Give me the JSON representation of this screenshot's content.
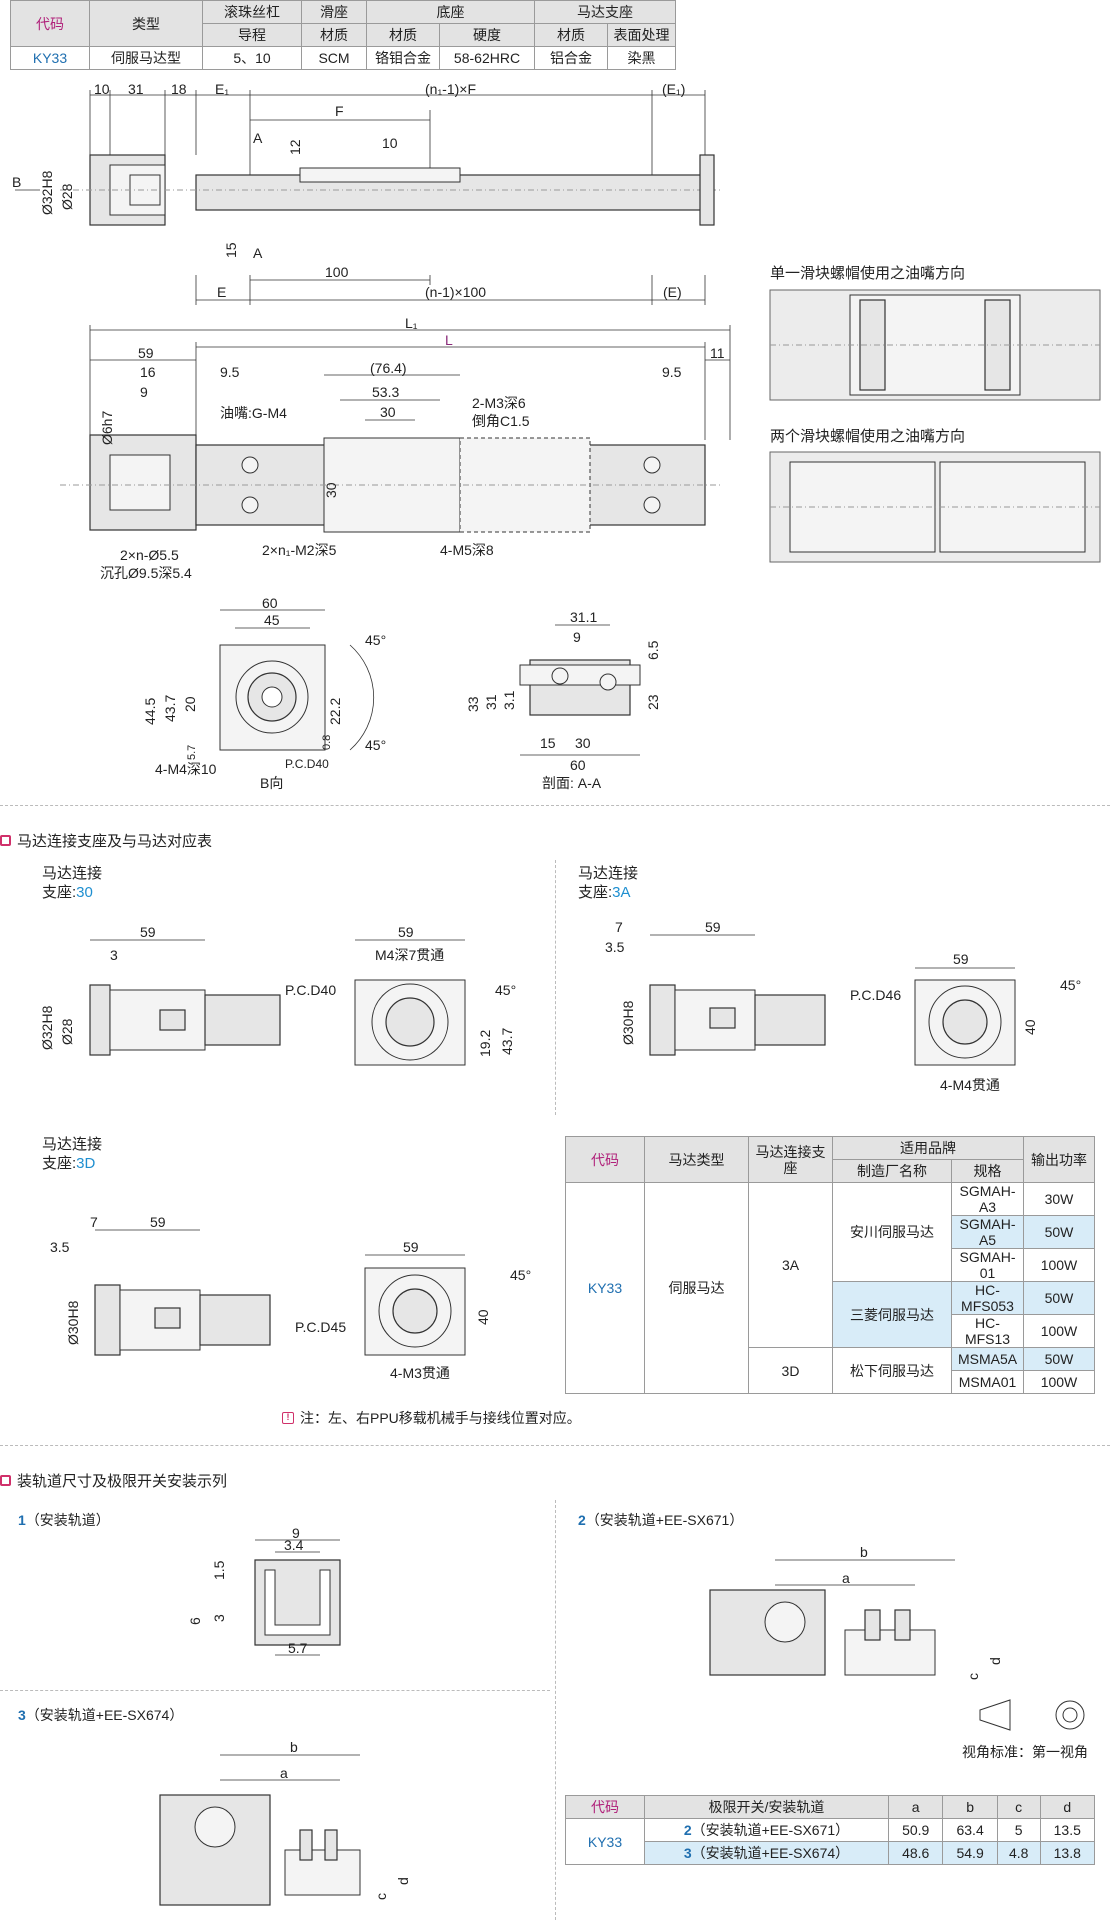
{
  "spec_table": {
    "headers": {
      "code": "代码",
      "type": "类型",
      "ballscrew": "滚珠丝杠",
      "slider": "滑座",
      "base": "底座",
      "motor_mount": "马达支座",
      "lead": "导程",
      "material": "材质",
      "hardness": "硬度",
      "surface": "表面处理"
    },
    "row": {
      "code": "KY33",
      "type": "伺服马达型",
      "lead": "5、10",
      "slider_material": "SCM",
      "base_material": "铬钼合金",
      "base_hardness": "58-62HRC",
      "mount_material": "铝合金",
      "mount_surface": "染黑"
    }
  },
  "top_drawing": {
    "dims": [
      "10",
      "31",
      "18",
      "E₁",
      "(n₁-1)×F",
      "(E₁)",
      "F",
      "A",
      "12",
      "10",
      "B",
      "Ø32H8",
      "Ø28",
      "15",
      "A",
      "100",
      "E",
      "(n-1)×100",
      "(E)"
    ]
  },
  "main_drawing": {
    "dims": [
      "L₁",
      "L",
      "59",
      "11",
      "16",
      "9",
      "9.5",
      "(76.4)",
      "9.5",
      "53.3",
      "30",
      "Ø6h7",
      "30"
    ],
    "labels": [
      "油嘴:G-M4",
      "2-M3深6",
      "倒角C1.5",
      "2×n-Ø5.5",
      "沉孔Ø9.5深5.4",
      "2×n₁-M2深5",
      "4-M5深8"
    ]
  },
  "side_views": {
    "single_title": "单一滑块螺帽使用之油嘴方向",
    "double_title": "两个滑块螺帽使用之油嘴方向"
  },
  "b_view": {
    "dims": [
      "60",
      "45",
      "45°",
      "44.5",
      "43.7",
      "20",
      "22.2",
      "0.8",
      "5.7",
      "45°"
    ],
    "labels": [
      "P.C.D40",
      "4-M4深10"
    ],
    "caption": "B向"
  },
  "section_view": {
    "dims": [
      "31.1",
      "9",
      "6.5",
      "33",
      "31",
      "3.1",
      "23",
      "15",
      "30",
      "60"
    ],
    "caption": "剖面: A-A"
  },
  "motor_section": {
    "title": "马达连接支座及与马达对应表",
    "mount30": {
      "label": "马达连接",
      "label2_prefix": "支座:",
      "label2_value": "30",
      "dims": [
        "59",
        "3",
        "Ø32H8",
        "Ø28"
      ],
      "flange_dims": [
        "59",
        "M4深7贯通",
        "P.C.D40",
        "45°",
        "19.2",
        "43.7"
      ]
    },
    "mount3a": {
      "label": "马达连接",
      "label2_prefix": "支座:",
      "label2_value": "3A",
      "dims": [
        "7",
        "59",
        "3.5",
        "Ø30H8"
      ],
      "flange_dims": [
        "59",
        "P.C.D46",
        "45°",
        "40",
        "4-M4贯通"
      ]
    },
    "mount3d": {
      "label": "马达连接",
      "label2_prefix": "支座:",
      "label2_value": "3D",
      "dims": [
        "7",
        "59",
        "3.5",
        "Ø30H8"
      ],
      "flange_dims": [
        "59",
        "P.C.D45",
        "45°",
        "40",
        "4-M3贯通"
      ]
    },
    "motor_table": {
      "headers": [
        "代码",
        "马达类型",
        "马达连接支座",
        "适用品牌",
        "输出功率",
        "制造厂名称",
        "规格"
      ],
      "code": "KY33",
      "motor_type": "伺服马达",
      "rows": [
        {
          "mount": "3A",
          "maker": "安川伺服马达",
          "spec": "SGMAH-A3",
          "power": "30W"
        },
        {
          "mount": "",
          "maker": "",
          "spec": "SGMAH-A5",
          "power": "50W"
        },
        {
          "mount": "",
          "maker": "",
          "spec": "SGMAH-01",
          "power": "100W"
        },
        {
          "mount": "",
          "maker": "三菱伺服马达",
          "spec": "HC-MFS053",
          "power": "50W"
        },
        {
          "mount": "",
          "maker": "",
          "spec": "HC-MFS13",
          "power": "100W"
        },
        {
          "mount": "3D",
          "maker": "松下伺服马达",
          "spec": "MSMA5A",
          "power": "50W"
        },
        {
          "mount": "",
          "maker": "",
          "spec": "MSMA01",
          "power": "100W"
        }
      ]
    },
    "note": "注：左、右PPU移载机械手与接线位置对应。"
  },
  "rail_section": {
    "title": "装轨道尺寸及极限开关安装示列",
    "item1": {
      "num": "1",
      "label": "（安装轨道）",
      "dims": [
        "9",
        "3.4",
        "1.5",
        "6",
        "3",
        "5.7"
      ]
    },
    "item2": {
      "num": "2",
      "label": "（安装轨道+EE-SX671）",
      "dims": [
        "b",
        "a",
        "c",
        "d"
      ]
    },
    "item3": {
      "num": "3",
      "label": "（安装轨道+EE-SX674）",
      "dims": [
        "b",
        "a",
        "c",
        "d"
      ]
    },
    "view_std": "视角标准：第一视角",
    "switch_table": {
      "headers": [
        "代码",
        "极限开关/安装轨道",
        "a",
        "b",
        "c",
        "d"
      ],
      "code": "KY33",
      "rows": [
        {
          "num": "2",
          "label": "（安装轨道+EE-SX671）",
          "a": "50.9",
          "b": "63.4",
          "c": "5",
          "d": "13.5"
        },
        {
          "num": "3",
          "label": "（安装轨道+EE-SX674）",
          "a": "48.6",
          "b": "54.9",
          "c": "4.8",
          "d": "13.8"
        }
      ]
    }
  }
}
